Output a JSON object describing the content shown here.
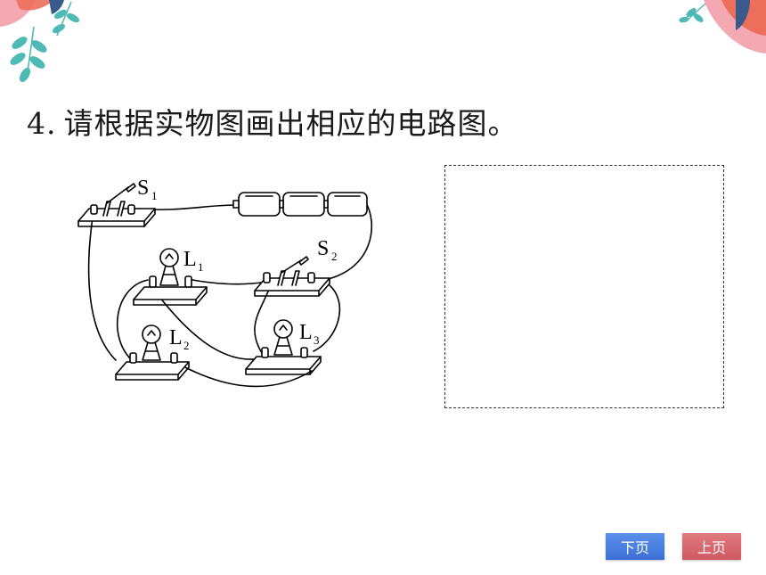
{
  "question": {
    "number": "4.",
    "text": "请根据实物图画出相应的电路图。"
  },
  "circuit": {
    "labels": {
      "s1": "S",
      "s1_sub": "1",
      "s2": "S",
      "s2_sub": "2",
      "l1": "L",
      "l1_sub": "1",
      "l2": "L",
      "l2_sub": "2",
      "l3": "L",
      "l3_sub": "3"
    }
  },
  "navigation": {
    "next_label": "下页",
    "prev_label": "上页"
  },
  "colors": {
    "next_button": "#4a80e0",
    "prev_button": "#d8666d",
    "decor_teal": "#4fb9b5",
    "decor_coral": "#ec6f5c",
    "decor_pink": "#f4a9b2",
    "decor_navy": "#3a5a8c"
  }
}
